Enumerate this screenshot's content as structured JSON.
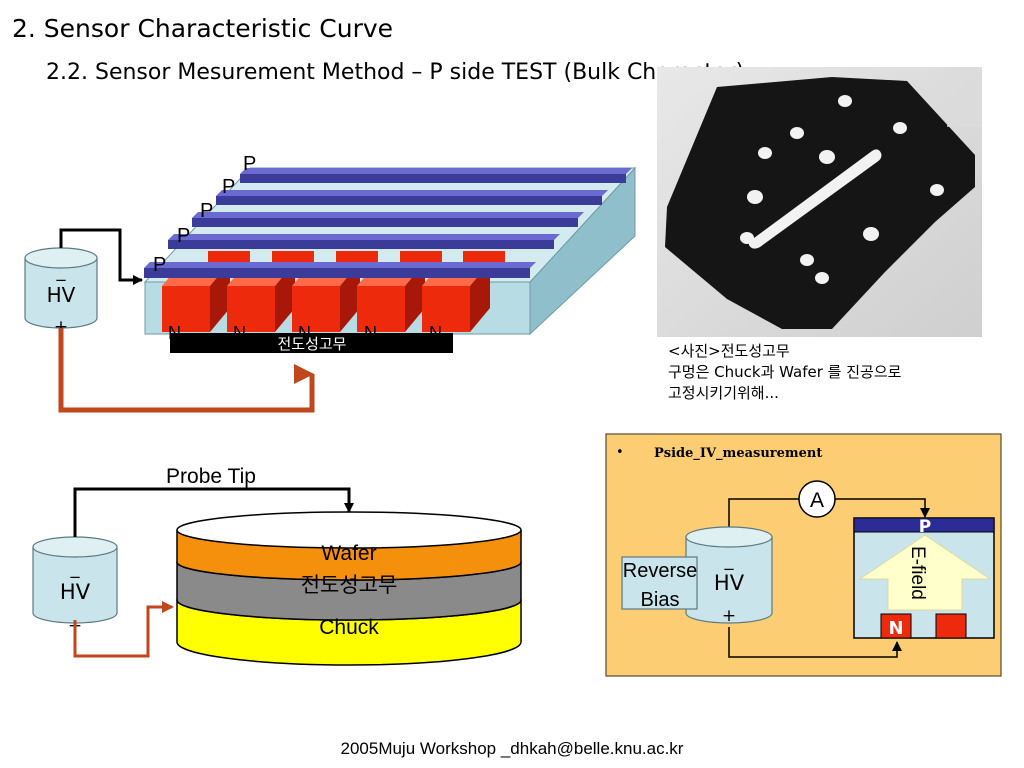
{
  "title": "2. Sensor Characteristic Curve",
  "subtitle": "2.2. Sensor Mesurement Method – P side TEST (Bulk Character)",
  "sensor_diagram": {
    "p_labels": [
      "P",
      "P",
      "P",
      "P",
      "P"
    ],
    "n_labels": [
      "N",
      "N",
      "N",
      "N",
      "N"
    ],
    "rubber_label": "전도성고무",
    "hv": {
      "minus": "_",
      "label": "HV",
      "plus": "+"
    }
  },
  "photo": {
    "caption_lines": [
      "<사진>전도성고무",
      "구멍은 Chuck과 Wafer 를 진공으로",
      "고정시키기위해..."
    ]
  },
  "chuck_diagram": {
    "probe_label": "Probe Tip",
    "layers": [
      "Wafer",
      "전도성고무",
      "Chuck"
    ],
    "hv": {
      "minus": "_",
      "label": "HV",
      "plus": "+"
    }
  },
  "iv_panel": {
    "bullet": "•",
    "title": "Pside_IV_measurement",
    "ammeter": "A",
    "reverse_bias": [
      "Reverse",
      "Bias"
    ],
    "hv": {
      "minus": "_",
      "label": "HV",
      "plus": "+"
    },
    "p_label": "P",
    "n_label": "N",
    "efield_label": "E-field"
  },
  "footer": "2005Muju Workshop _dhkah@belle.knu.ac.kr",
  "colors": {
    "p_strip": "#3b3b9a",
    "n_block": "#ee2a0c",
    "substrate": "#b8dce4",
    "hv_cylinder": "#c9e4ea",
    "wire_return": "#c0461c",
    "wafer": "#f4900c",
    "rubber": "#8a8a8a",
    "chuck": "#ffff00",
    "iv_panel_bg": "#fccd72",
    "arrow_fill": "#ffffcc"
  }
}
